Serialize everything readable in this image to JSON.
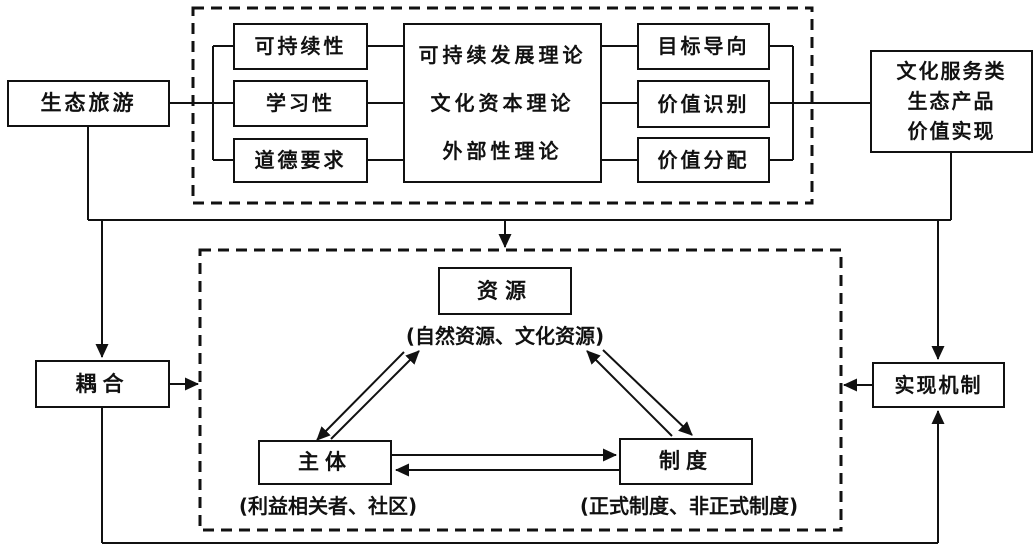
{
  "diagram": {
    "title_none": "",
    "colors": {
      "line": "#111111",
      "background": "#ffffff",
      "text": "#111111"
    },
    "nodes": {
      "eco_tourism": "生态旅游",
      "sustainability": "可持续性",
      "learning": "学习性",
      "moral_requirement": "道德要求",
      "theories": [
        "可持续发展理论",
        "文化资本理论",
        "外部性理论"
      ],
      "goal_orientation": "目标导向",
      "value_identification": "价值识别",
      "value_distribution": "价值分配",
      "cultural_value_lines": [
        "文化服务类",
        "生态产品",
        "价值实现"
      ],
      "resource": "资源",
      "resource_note": "(自然资源、文化资源)",
      "subject": "主体",
      "subject_note": "(利益相关者、社区)",
      "institution": "制度",
      "institution_note": "(正式制度、非正式制度)",
      "coupling": "耦合",
      "realization_mechanism": "实现机制"
    }
  }
}
